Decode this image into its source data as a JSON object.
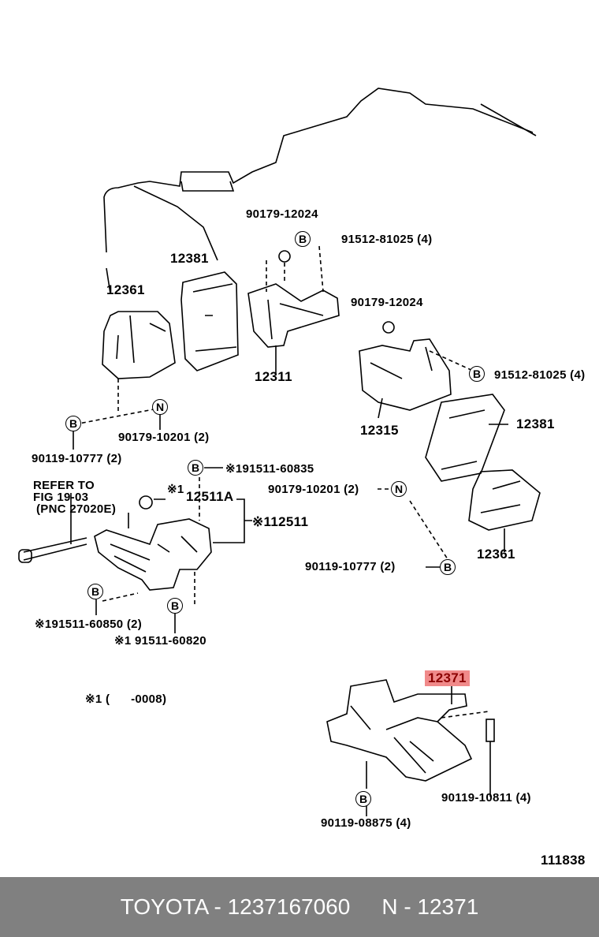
{
  "diagram_number": "111838",
  "callouts": {
    "nut_top": "90179-12024",
    "bolt_top": "91512-81025 (4)",
    "insulator_left_top": "12381",
    "mount_left": "12361",
    "bracket_left": "12311",
    "nut_right": "90179-12024",
    "bolt_right": "91512-81025 (4)",
    "bracket_right": "12315",
    "insulator_right": "12381",
    "nut_left_n": "90179-10201 (2)",
    "bolt_left_b": "90119-10777 (2)",
    "bolt_bracket_top": "※191511-60835",
    "refer_line1": "REFER TO",
    "refer_line2": "FIG 19-03",
    "refer_line3": "(PNC 27020E)",
    "note_mark_a": "※1",
    "part_12511a": "12511A",
    "part_112511": "※112511",
    "nut_right_n": "90179-10201 (2)",
    "mount_right": "12361",
    "bolt_right_b": "90119-10777 (2)",
    "bolt_bracket_bottom_left": "※191511-60850 (2)",
    "bolt_bracket_bottom": "※1 91511-60820",
    "note_footnote": "※1 (      -0008)",
    "highlighted_part": "12371",
    "bolt_rear_right": "90119-10811 (4)",
    "bolt_rear_b": "90119-08875 (4)",
    "b_mark": "B",
    "n_mark": "N"
  },
  "footer": {
    "brand_part": "TOYOTA - 1237167060",
    "pnc": "N - 12371"
  },
  "colors": {
    "highlight": "#f08a8a",
    "footer_bg": "#808080"
  }
}
